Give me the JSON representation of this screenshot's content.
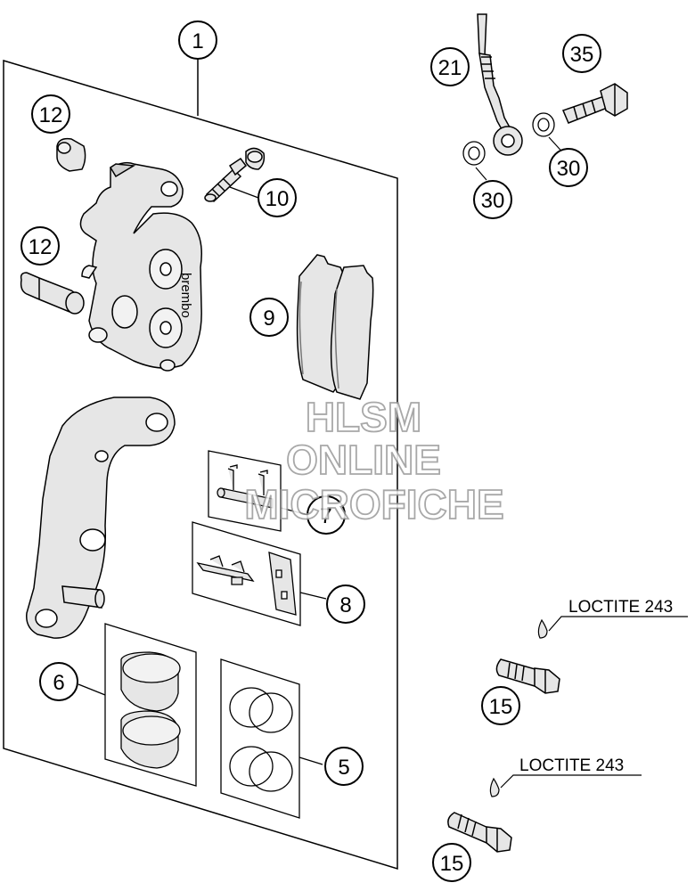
{
  "watermark": {
    "line1": "HLSM",
    "line2": "ONLINE",
    "line3": "MICROFICHE"
  },
  "callouts": {
    "c1": "1",
    "c5": "5",
    "c6": "6",
    "c7": "7",
    "c8": "8",
    "c9": "9",
    "c10": "10",
    "c12a": "12",
    "c12b": "12",
    "c15a": "15",
    "c15b": "15",
    "c21": "21",
    "c30a": "30",
    "c30b": "30",
    "c35": "35"
  },
  "notes": {
    "loctite_top": "LOCTITE 243",
    "loctite_bottom": "LOCTITE 243"
  },
  "brand_mark": "brembo",
  "colors": {
    "line": "#000000",
    "part_fill": "#e6e6e6",
    "panel_fill": "#ffffff",
    "watermark": "#9a9a9a"
  }
}
